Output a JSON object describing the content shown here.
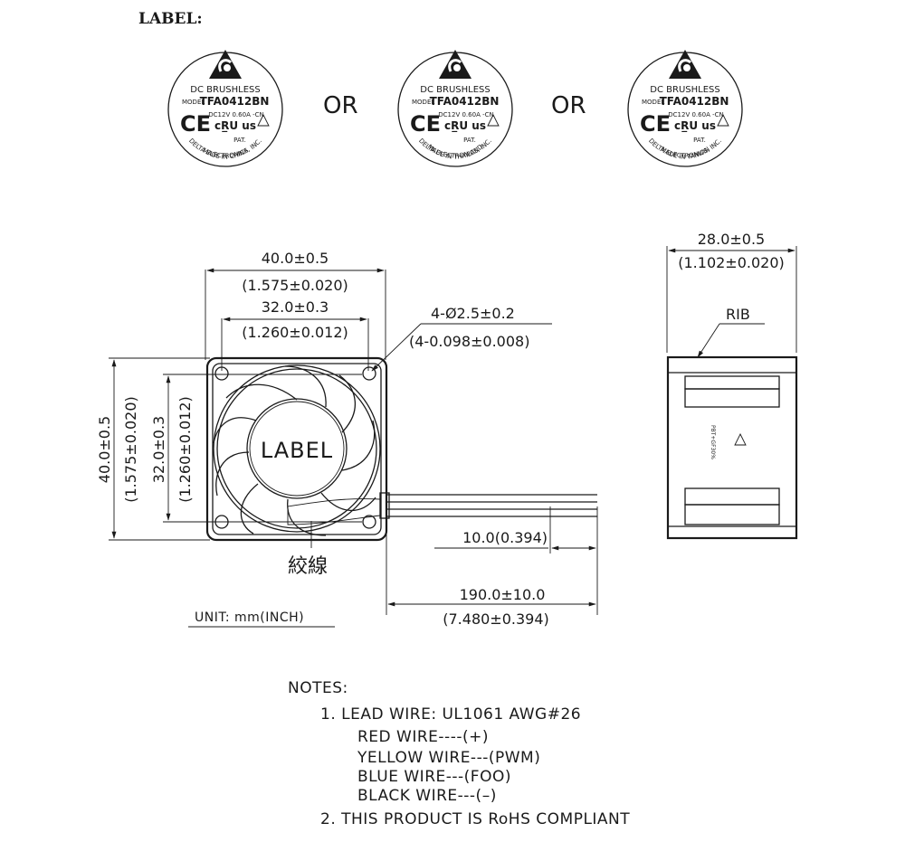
{
  "header": {
    "label_title": "LABEL:"
  },
  "labels": [
    {
      "line1": "DC  BRUSHLESS",
      "model_prefix": "MODEL",
      "model": "TFA0412BN",
      "rating": "DC12V  0.60A  -CN",
      "mark_ce": "CE",
      "mark_ul": "cR̲U us",
      "pat": "PAT.",
      "maker": "DELTA ELECTRONICS, INC.",
      "origin": "MADE IN CHINA"
    },
    {
      "line1": "DC  BRUSHLESS",
      "model_prefix": "MODEL",
      "model": "TFA0412BN",
      "rating": "DC12V  0.60A  -CN",
      "mark_ce": "CE",
      "mark_ul": "cR̲U us",
      "pat": "PAT.",
      "maker": "DELTA ELECTRONICS, INC.",
      "origin": "MADE IN THAILAND"
    },
    {
      "line1": "DC  BRUSHLESS",
      "model_prefix": "MODEL",
      "model": "TFA0412BN",
      "rating": "DC12V  0.60A  -CN",
      "mark_ce": "CE",
      "mark_ul": "cR̲U us",
      "pat": "PAT.",
      "maker": "DELTA ELECTRONICS, INC.",
      "origin": "MADE IN TAIWAN"
    }
  ],
  "or_text": "OR",
  "front_view": {
    "width_mm": "40.0±0.5",
    "width_in": "(1.575±0.020)",
    "hole_pitch_mm": "32.0±0.3",
    "hole_pitch_in": "(1.260±0.012)",
    "height_mm": "40.0±0.5",
    "height_in": "(1.575±0.020)",
    "vhole_pitch_mm": "32.0±0.3",
    "vhole_pitch_in": "(1.260±0.012)",
    "hole_mm": "4-Ø2.5±0.2",
    "hole_in": "(4-0.098±0.008)",
    "hub_label": "LABEL",
    "twisted_wire": "絞線",
    "strip_length": "10.0(0.394)",
    "lead_length_mm": "190.0±10.0",
    "lead_length_in": "(7.480±0.394)",
    "unit": "UNIT: mm(INCH)"
  },
  "side_view": {
    "depth_mm": "28.0±0.5",
    "depth_in": "(1.102±0.020)",
    "rib": "RIB"
  },
  "notes": {
    "heading": "NOTES:",
    "item1": "1.  LEAD  WIRE:  UL1061  AWG#26",
    "red": "RED  WIRE----(+)",
    "yellow": "YELLOW  WIRE---(PWM)",
    "blue": "BLUE  WIRE---(FOO)",
    "black": "BLACK  WIRE---(–)",
    "item2": "2.  THIS  PRODUCT  IS  RoHS  COMPLIANT"
  }
}
